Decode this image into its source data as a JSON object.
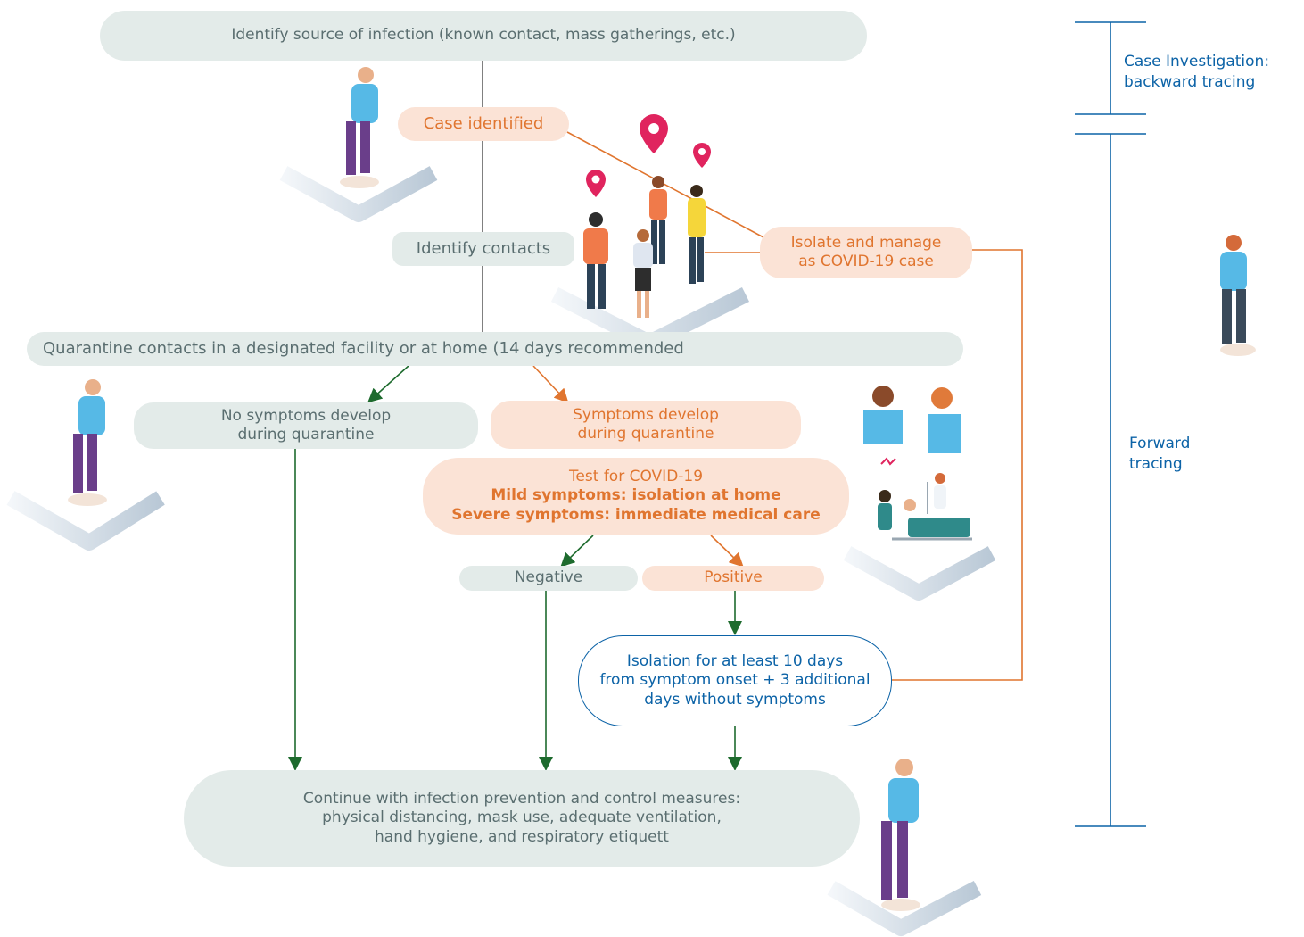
{
  "colors": {
    "gray_fill": "#e3ebe9",
    "gray_text": "#5a6e70",
    "peach_fill": "#fbe3d6",
    "orange": "#e0752f",
    "blue": "#0c63a7",
    "green": "#1e6b2e",
    "connector_gray": "#4a4a4a"
  },
  "nodes": {
    "source": "Identify source of infection (known contact, mass gatherings, etc.)",
    "case_identified": "Case identified",
    "identify_contacts": "Identify contacts",
    "isolate_manage": [
      "Isolate and manage",
      "as COVID-19 case"
    ],
    "quarantine": "Quarantine contacts in a designated facility or at home (14 days recommended",
    "no_symptoms": [
      "No symptoms develop",
      "during quarantine"
    ],
    "symptoms": [
      "Symptoms develop",
      "during quarantine"
    ],
    "test": [
      "Test for COVID-19",
      "Mild symptoms: isolation at home",
      "Severe symptoms: immediate medical care"
    ],
    "negative": "Negative",
    "positive": "Positive",
    "isolation": [
      "Isolation for at least 10 days",
      "from symptom onset + 3 additional",
      "days without symptoms"
    ],
    "continue": [
      "Continue with infection prevention and control measures:",
      "physical distancing, mask use, adequate ventilation,",
      "hand hygiene, and respiratory etiquett"
    ]
  },
  "side_labels": {
    "case_investigation": [
      "Case Investigation:",
      "backward tracing"
    ],
    "forward_tracing": [
      "Forward",
      "tracing"
    ]
  },
  "illustrations": [
    "person-standing-icon",
    "group-contacts-icon",
    "location-pin-icon",
    "sick-people-icon",
    "hospital-bed-icon"
  ]
}
